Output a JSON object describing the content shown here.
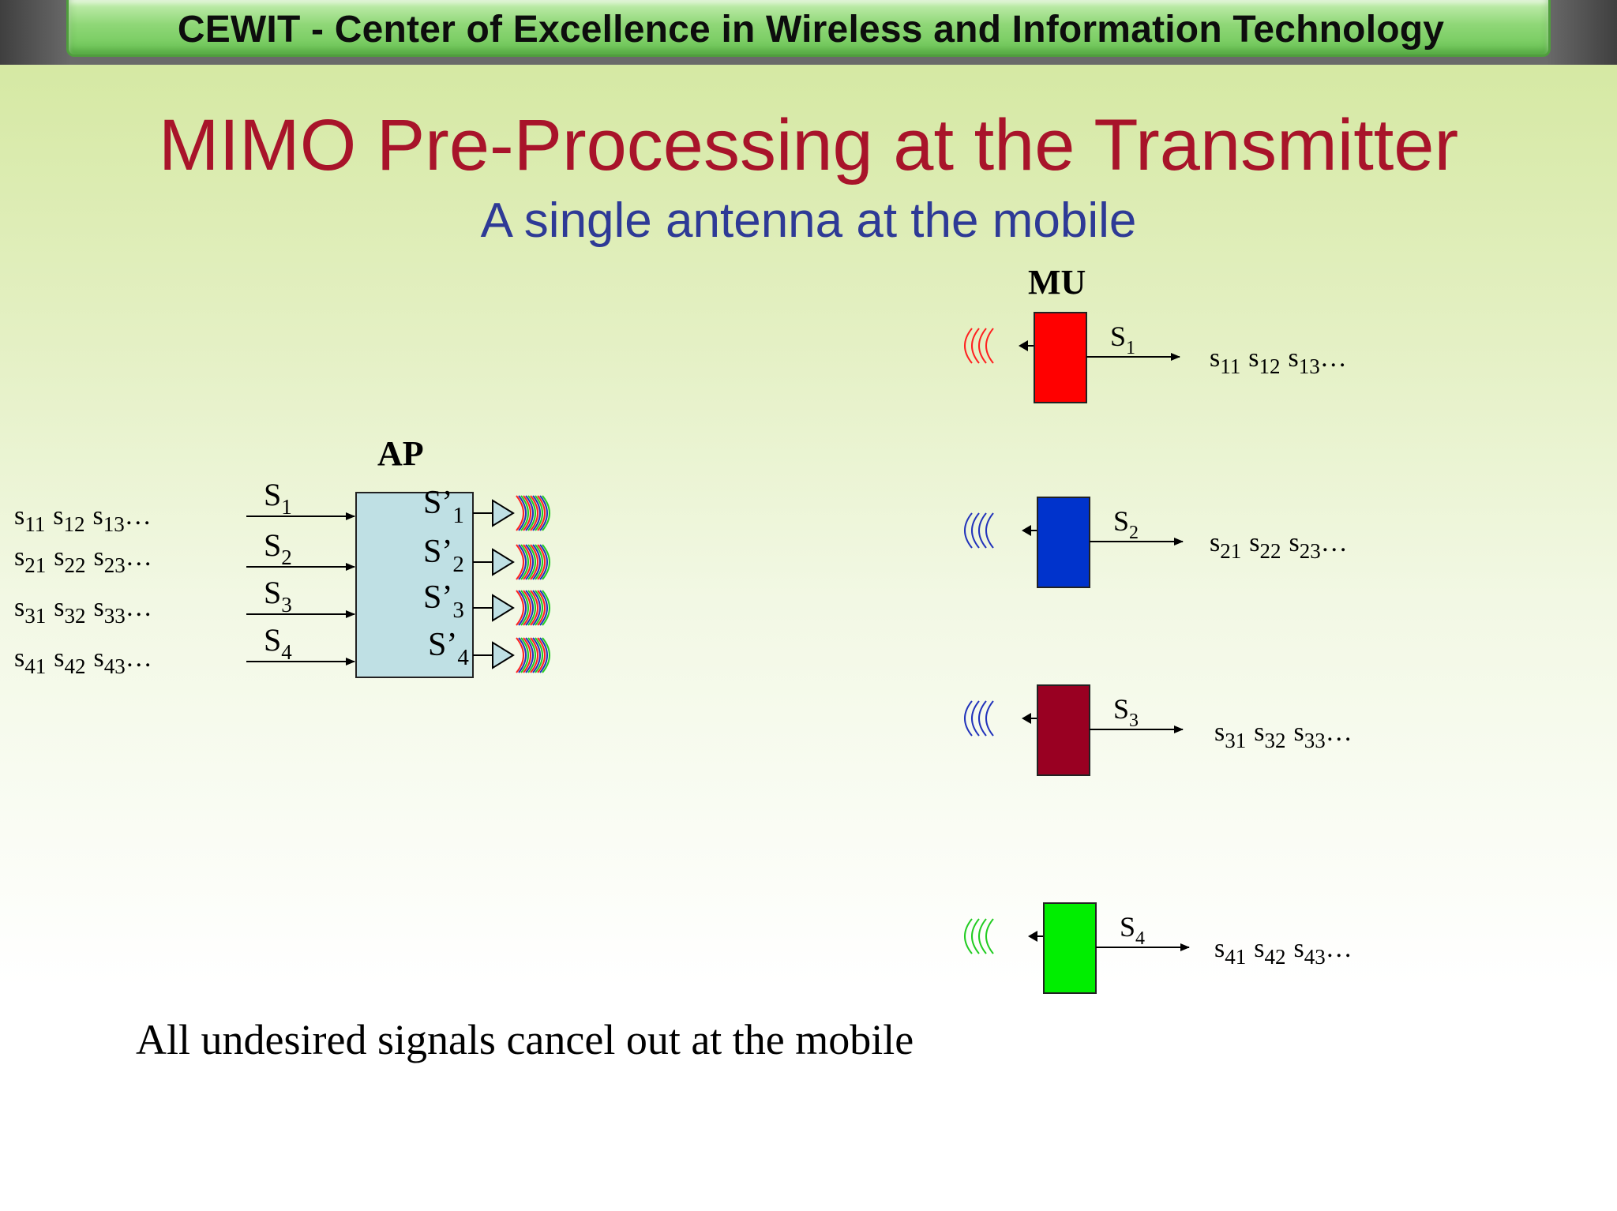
{
  "header": {
    "title": "CEWIT - Center of Excellence in Wireless and Information Technology"
  },
  "slide": {
    "title": "MIMO Pre-Processing at the Transmitter",
    "subtitle": "A single antenna at the mobile",
    "note": "All undesired signals cancel out at the mobile"
  },
  "diagram": {
    "ap_label": "AP",
    "mu_label": "MU",
    "input_streams": [
      {
        "terms": [
          "s11",
          "s12",
          "s13"
        ]
      },
      {
        "terms": [
          "s21",
          "s22",
          "s23"
        ]
      },
      {
        "terms": [
          "s31",
          "s32",
          "s33"
        ]
      },
      {
        "terms": [
          "s41",
          "s42",
          "s43"
        ]
      }
    ],
    "ap_inputs": [
      "S1",
      "S2",
      "S3",
      "S4"
    ],
    "ap_outputs": [
      "S’1",
      "S’2",
      "S’3",
      "S’4"
    ],
    "mobiles": [
      {
        "signal": "S1",
        "output_terms": [
          "s11",
          "s12",
          "s13"
        ],
        "color": "#ff0000",
        "wave_color": "#ff2020"
      },
      {
        "signal": "S2",
        "output_terms": [
          "s21",
          "s22",
          "s23"
        ],
        "color": "#0033cc",
        "wave_color": "#2233bb"
      },
      {
        "signal": "S3",
        "output_terms": [
          "s31",
          "s32",
          "s33"
        ],
        "color": "#990022",
        "wave_color": "#2233bb"
      },
      {
        "signal": "S4",
        "output_terms": [
          "s41",
          "s42",
          "s43"
        ],
        "color": "#00ee00",
        "wave_color": "#22cc22"
      }
    ],
    "wave_colors": [
      "#ff2020",
      "#2233bb",
      "#22cc22"
    ],
    "ellipsis": "…"
  }
}
